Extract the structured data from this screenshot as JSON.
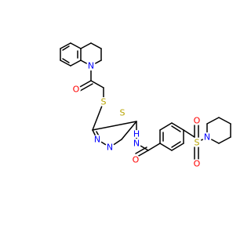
{
  "molecule": {
    "atoms": {
      "n_quinoline": "N",
      "o_ketone": "O",
      "s_thioether": "S",
      "s_thiadiazole": "S",
      "n_thiadiazole_a": "N",
      "n_thiadiazole_b": "N",
      "n_amide": "N",
      "h_amide": "H",
      "o_amide": "O",
      "s_sulfonyl": "S",
      "o_sulfonyl_top": "O",
      "o_sulfonyl_bottom": "O",
      "n_piperidine": "N"
    },
    "colors": {
      "bond": "#000000",
      "nitrogen": "#0000ff",
      "oxygen": "#ff0000",
      "sulfur": "#b8a400"
    }
  }
}
